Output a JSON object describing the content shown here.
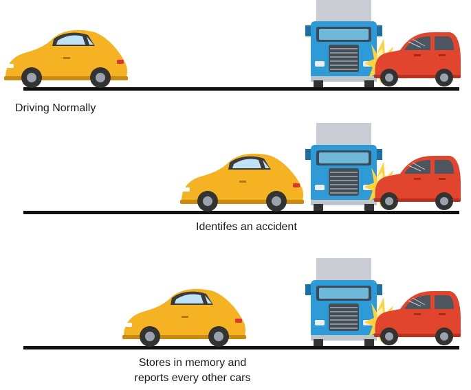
{
  "panels": [
    {
      "caption": "Driving Normally"
    },
    {
      "caption": "Identifes an accident"
    },
    {
      "caption": "Stores in memory and reports every other cars"
    }
  ],
  "colors": {
    "road": "#111111",
    "yellow_car": "#F5B324",
    "truck_body": "#2E9BD6",
    "truck_cargo": "#C9CDD3",
    "red_car": "#E2452E",
    "crash_flash": "#FFD23A",
    "tire": "#333333"
  },
  "icons": [
    "yellow-sports-car-icon",
    "blue-truck-icon",
    "red-hatchback-icon",
    "crash-spark-icon"
  ]
}
